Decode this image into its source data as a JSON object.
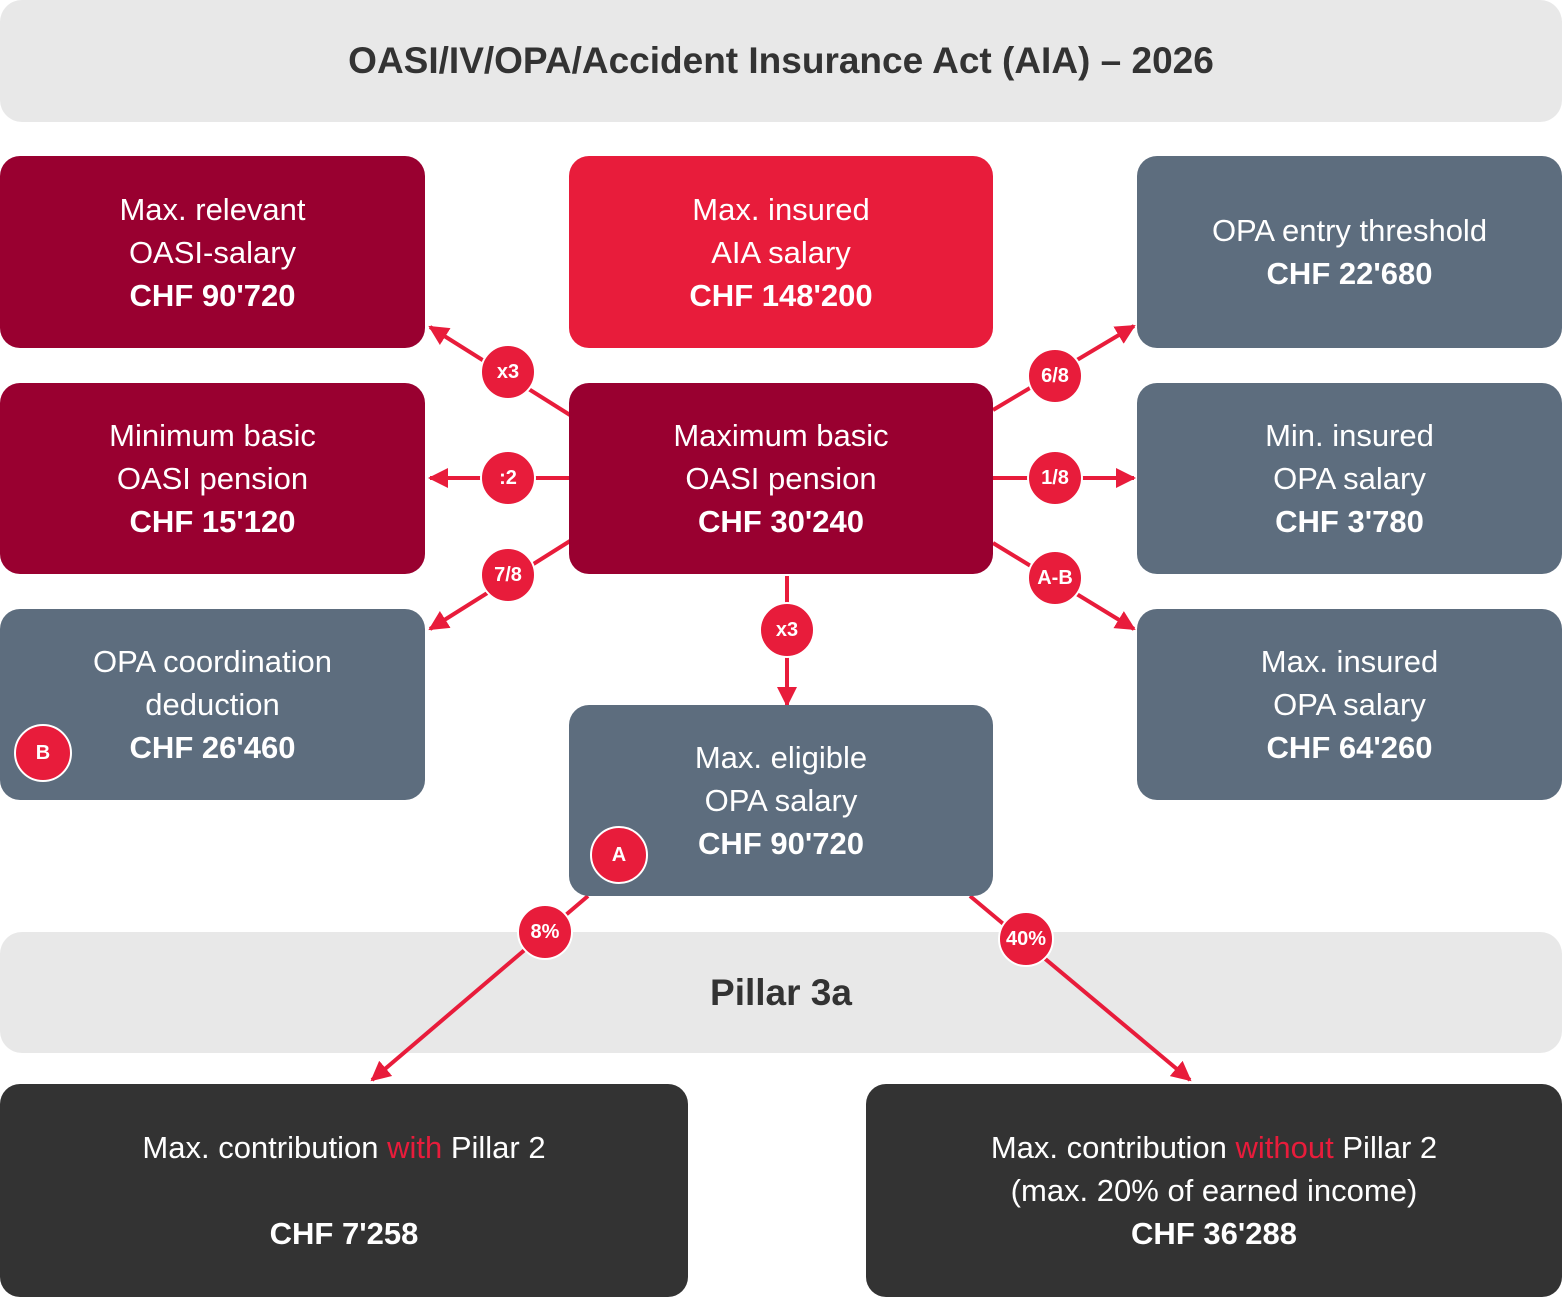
{
  "title": "OASI/IV/OPA/Accident Insurance Act (AIA) – 2026",
  "pillar_label": "Pillar 3a",
  "colors": {
    "dark_red": "#990030",
    "red": "#e81c3b",
    "slate": "#5d6d7e",
    "charcoal": "#333333",
    "band": "#e8e8e8"
  },
  "boxes": {
    "max_relevant_oasi": {
      "line1": "Max. relevant",
      "line2": "OASI-salary",
      "value": "CHF 90'720"
    },
    "max_insured_aia": {
      "line1": "Max. insured",
      "line2": "AIA salary",
      "value": "CHF 148'200"
    },
    "opa_entry_threshold": {
      "line1": "OPA entry threshold",
      "value": "CHF 22'680"
    },
    "min_basic_oasi": {
      "line1": "Minimum basic",
      "line2": "OASI pension",
      "value": "CHF 15'120"
    },
    "max_basic_oasi": {
      "line1": "Maximum basic",
      "line2": "OASI pension",
      "value": "CHF 30'240"
    },
    "min_insured_opa": {
      "line1": "Min. insured",
      "line2": "OPA salary",
      "value": "CHF 3'780"
    },
    "opa_coordination": {
      "line1": "OPA coordination",
      "line2": "deduction",
      "value": "CHF 26'460",
      "marker": "B"
    },
    "max_eligible_opa": {
      "line1": "Max. eligible",
      "line2": "OPA salary",
      "value": "CHF 90'720",
      "marker": "A"
    },
    "max_insured_opa": {
      "line1": "Max. insured",
      "line2": "OPA salary",
      "value": "CHF 64'260"
    },
    "contrib_with": {
      "pre": "Max. contribution ",
      "hl": "with",
      "post": " Pillar 2",
      "value": "CHF 7'258"
    },
    "contrib_without": {
      "pre": "Max. contribution ",
      "hl": "without",
      "post": " Pillar 2",
      "line2": "(max. 20% of earned income)",
      "value": "CHF 36'288"
    }
  },
  "factors": {
    "to_max_relevant_oasi": "x3",
    "to_min_basic_oasi": ":2",
    "to_opa_coordination": "7/8",
    "to_max_eligible_opa": "x3",
    "to_opa_entry_threshold": "6/8",
    "to_min_insured_opa": "1/8",
    "to_max_insured_opa": "A-B",
    "to_contrib_with": "8%",
    "to_contrib_without": "40%"
  }
}
